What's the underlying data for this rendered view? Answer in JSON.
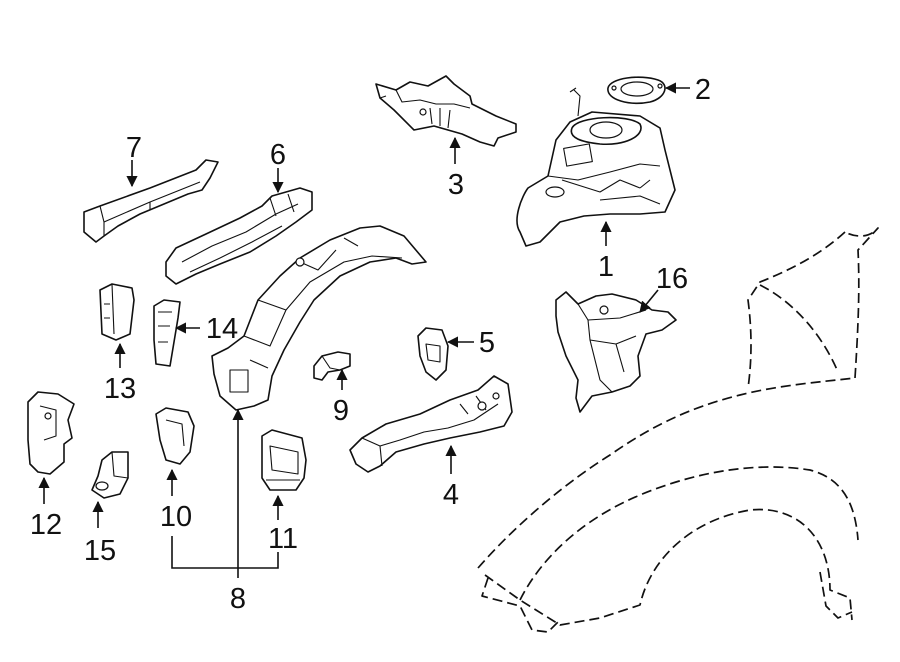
{
  "diagram": {
    "callouts": {
      "c1": "1",
      "c2": "2",
      "c3": "3",
      "c4": "4",
      "c5": "5",
      "c6": "6",
      "c7": "7",
      "c8": "8",
      "c9": "9",
      "c10": "10",
      "c11": "11",
      "c12": "12",
      "c13": "13",
      "c14": "14",
      "c15": "15",
      "c16": "16"
    },
    "colors": {
      "line": "#111111",
      "background": "#ffffff"
    }
  }
}
